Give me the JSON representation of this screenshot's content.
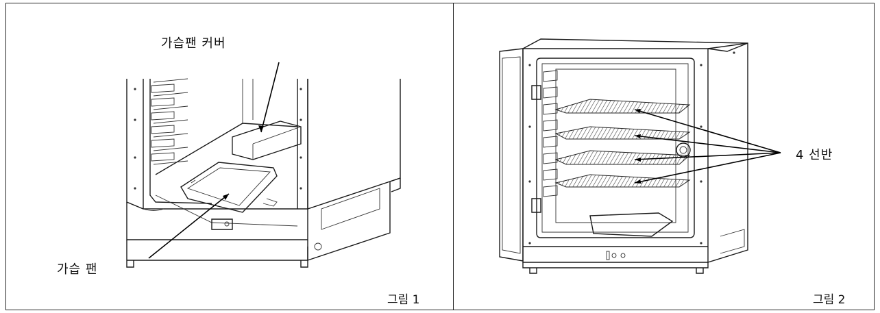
{
  "figure1": {
    "label_cover": "가습팬 커버",
    "label_pan": "가습 팬",
    "caption": "그림 1"
  },
  "figure2": {
    "label_shelves": "4 선반",
    "caption": "그림 2"
  }
}
